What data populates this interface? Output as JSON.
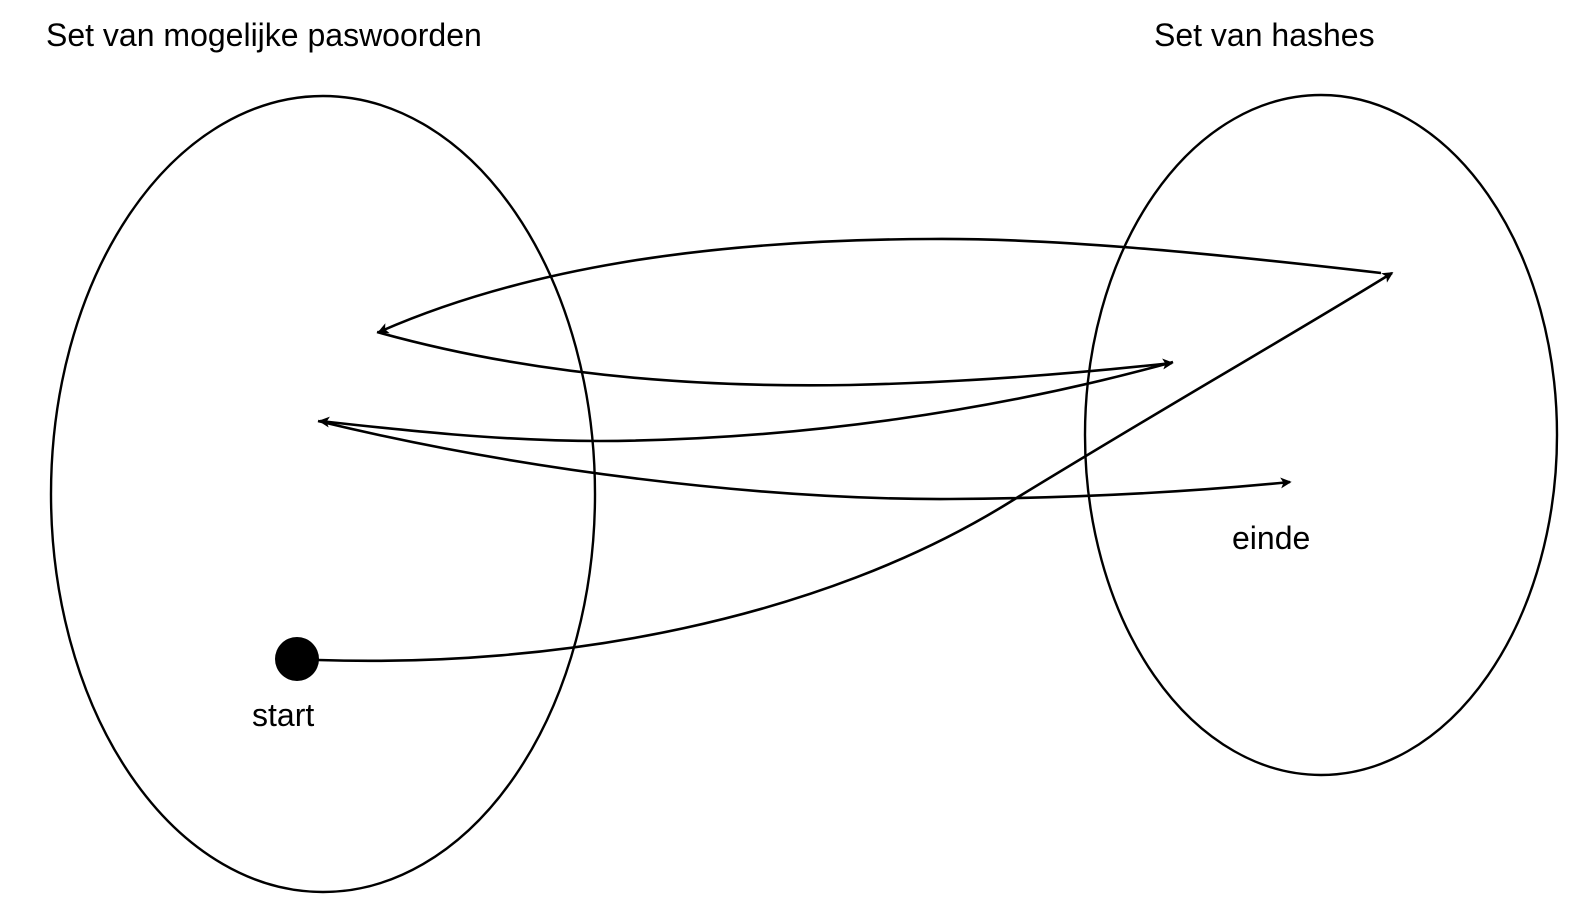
{
  "diagram": {
    "sets": [
      {
        "id": "passwords",
        "title": "Set van mogelijke paswoorden"
      },
      {
        "id": "hashes",
        "title": "Set van hashes"
      }
    ],
    "nodes": [
      {
        "id": "start",
        "label": "start",
        "set": "passwords",
        "marker": "filled-dot"
      },
      {
        "id": "p1",
        "label": "",
        "set": "passwords"
      },
      {
        "id": "p2",
        "label": "",
        "set": "passwords"
      },
      {
        "id": "h1",
        "label": "",
        "set": "hashes"
      },
      {
        "id": "h2",
        "label": "",
        "set": "hashes"
      },
      {
        "id": "einde",
        "label": "einde",
        "set": "hashes"
      }
    ],
    "edges": [
      {
        "from": "start",
        "to": "h1"
      },
      {
        "from": "h1",
        "to": "p1"
      },
      {
        "from": "p1",
        "to": "h2"
      },
      {
        "from": "h2",
        "to": "p2"
      },
      {
        "from": "p2",
        "to": "einde"
      }
    ],
    "colors": {
      "stroke": "#000000",
      "background": "#ffffff"
    }
  }
}
